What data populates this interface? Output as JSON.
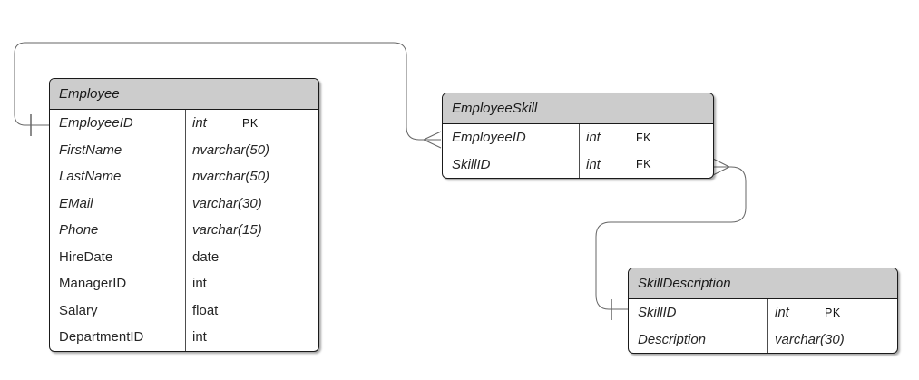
{
  "diagram": {
    "type": "entity-relationship",
    "tables": [
      {
        "title": "Employee",
        "columns": [
          {
            "name": "EmployeeID",
            "type": "int",
            "key": "PK",
            "italic": true
          },
          {
            "name": "FirstName",
            "type": "nvarchar(50)",
            "key": "",
            "italic": true
          },
          {
            "name": "LastName",
            "type": "nvarchar(50)",
            "key": "",
            "italic": true
          },
          {
            "name": "EMail",
            "type": "varchar(30)",
            "key": "",
            "italic": true
          },
          {
            "name": "Phone",
            "type": "varchar(15)",
            "key": "",
            "italic": true
          },
          {
            "name": "HireDate",
            "type": "date",
            "key": "",
            "italic": false
          },
          {
            "name": "ManagerID",
            "type": "int",
            "key": "",
            "italic": false
          },
          {
            "name": "Salary",
            "type": "float",
            "key": "",
            "italic": false
          },
          {
            "name": "DepartmentID",
            "type": "int",
            "key": "",
            "italic": false
          }
        ]
      },
      {
        "title": "EmployeeSkill",
        "columns": [
          {
            "name": "EmployeeID",
            "type": "int",
            "key": "FK",
            "italic": true
          },
          {
            "name": "SkillID",
            "type": "int",
            "key": "FK",
            "italic": true
          }
        ]
      },
      {
        "title": "SkillDescription",
        "columns": [
          {
            "name": "SkillID",
            "type": "int",
            "key": "PK",
            "italic": true
          },
          {
            "name": "Description",
            "type": "varchar(30)",
            "key": "",
            "italic": true
          }
        ]
      }
    ],
    "relationships": [
      {
        "from_table": "Employee",
        "from_column": "EmployeeID",
        "from_cardinality": "one",
        "to_table": "EmployeeSkill",
        "to_column": "EmployeeID",
        "to_cardinality": "many"
      },
      {
        "from_table": "SkillDescription",
        "from_column": "SkillID",
        "from_cardinality": "one",
        "to_table": "EmployeeSkill",
        "to_column": "SkillID",
        "to_cardinality": "many"
      }
    ],
    "colors": {
      "header_fill": "#cccccc",
      "body_fill": "#ffffff",
      "border": "#1a1a1a",
      "connector": "#666666",
      "text": "#1a1a1a"
    }
  }
}
